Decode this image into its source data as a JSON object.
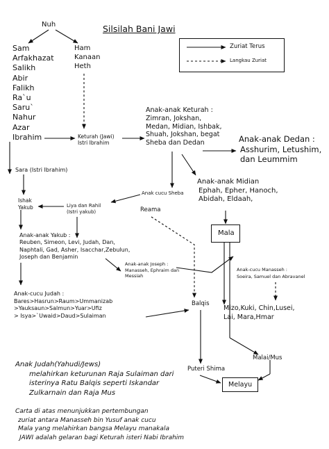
{
  "title": "Silsilah Bani Jawi",
  "legend": {
    "solid": "Zuriat Terus",
    "dashed": "Langkau Zuriat"
  },
  "nodes": {
    "nuh": "Nuh",
    "sam_line": [
      "Sam",
      "Arfakhazat",
      "Salikh",
      "Abir",
      "Falikh",
      "Ra`u",
      "Saru`",
      "Nahur",
      "Azar",
      "Ibrahim"
    ],
    "ham_line": [
      "Ham",
      "Kanaan",
      "Heth"
    ],
    "keturah": [
      "Keturah (Jawi)",
      "Istri Ibrahim"
    ],
    "anak_keturah": [
      "Anak-anak Keturah :",
      "Zimran, Jokshan,",
      "Medan, Midian, Ishbak,",
      "Shuah, Jokshan, begat",
      "Sheba dan Dedan"
    ],
    "anak_dedan": [
      "Anak-anak Dedan :",
      "Asshurim, Letushim,",
      "dan Leummim"
    ],
    "anak_midian": [
      "Anak-anak Midian",
      "Ephah, Epher, Hanoch,",
      "Abidah, Eldaah,"
    ],
    "sara": "Sara (Istri Ibrahim)",
    "ishak": [
      "Ishak",
      "Yakub"
    ],
    "liya": [
      "Liya dan Rahil",
      "(Istri yakub)"
    ],
    "anak_cucu_sheba": "Anak cucu Sheba",
    "reama": "Reama",
    "mala": "Mala",
    "anak_yakub": [
      "Anak-anak Yakub :",
      "Reuben, Simeon, Levi, Judah, Dan,",
      "Naphtali, Gad, Asher, Isacchar,Zebulun,",
      "Joseph dan Benjamin"
    ],
    "anak_joseph": [
      "Anak-anak Joseph :",
      "Manasseh, Ephraim dan",
      "Messiah"
    ],
    "anak_cucu_manasseh": [
      "Anak-cucu Manasseh :",
      "Soeira, Samuel dan Abravanel"
    ],
    "anak_cucu_judah": [
      "Anak-cucu Judah :",
      "Bares>Hasrun>Raum>Ummanizab",
      ">Yauksaun>Salmun>Yuar>Ufiz",
      "> Isya>`Uwaid>Daud>Sulaiman"
    ],
    "balqis": "Balqis",
    "mizo": [
      "Mizo,Kuki, Chin,Lusei,",
      "Lai, Mara,Hmar"
    ],
    "malai_mus": "Malai/Mus",
    "puteri_shima": "Puteri Shima",
    "melayu": "Melayu"
  },
  "notes": {
    "note1": [
      "Anak Judah(Yahudi/Jews)",
      "melahirkan keturunan Raja Sulaiman dari",
      "isterinya Ratu Balqis seperti Iskandar",
      "Zulkarnain dan Raja Mus"
    ],
    "note2": [
      "Carta di atas menunjukkan pertembungan",
      "zuriat antara Manasseh bin Yusuf anak cucu",
      "Mala yang melahirkan bangsa Melayu manakala",
      "JAWI adalah gelaran bagi Keturah isteri Nabi Ibrahim"
    ]
  }
}
